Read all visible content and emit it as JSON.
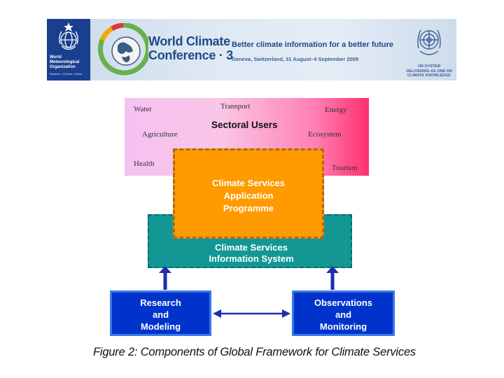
{
  "banner": {
    "wmo_name": "World\nMeteorological\nOrganization",
    "wmo_slogan": "Weather • Climate • Water",
    "conference_title": "World Climate\nConference · 3",
    "tagline": "Better climate information for a better future",
    "dates": "Geneva, Switzerland, 31 August–4 September 2009",
    "un_tagline": "UN SYSTEM\nDELIVERING AS ONE ON\nCLIMATE KNOWLEDGE"
  },
  "diagram": {
    "sectoral_users": {
      "title": "Sectoral Users",
      "sectors": {
        "water": "Water",
        "transport": "Transport",
        "energy": "Energy",
        "agriculture": "Agriculture",
        "ecosystem": "Ecosystem",
        "health": "Health",
        "tourism": "Tourism"
      }
    },
    "application_programme": "Climate Services\nApplication\nProgramme",
    "information_system": "Climate Services\nInformation System",
    "research": "Research\nand\nModeling",
    "observations": "Observations\nand\nMonitoring"
  },
  "caption": "Figure 2: Components of Global Framework for Climate Services",
  "colors": {
    "wmo_blue": "#1a3f8f",
    "sectoral_pink_start": "#f6c1f2",
    "sectoral_pink_end": "#ff2f6f",
    "orange": "#ff9a00",
    "teal": "#129795",
    "blue_box": "#0033cc",
    "arrow_blue": "#1f2db0"
  }
}
